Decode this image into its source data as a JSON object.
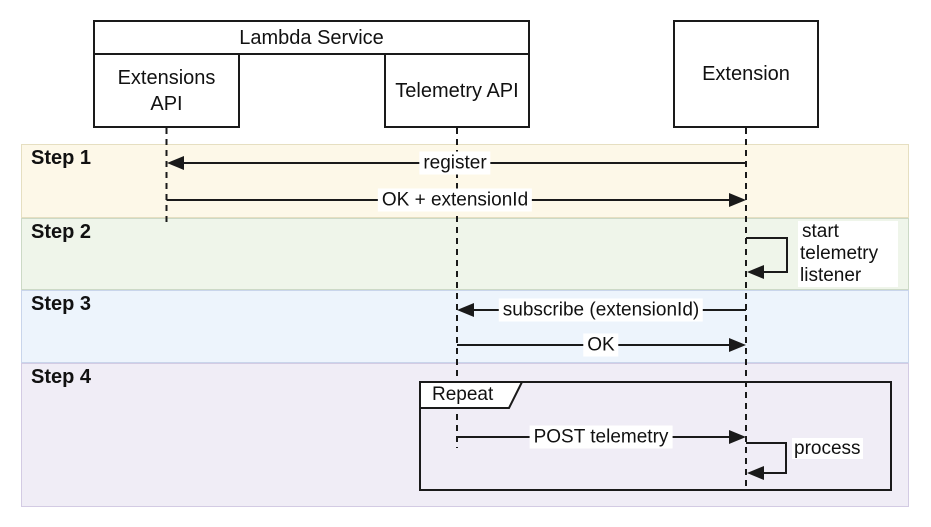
{
  "actors": {
    "lambda_service": "Lambda Service",
    "extensions_api": "Extensions API",
    "telemetry_api": "Telemetry API",
    "extension": "Extension"
  },
  "steps": [
    {
      "label": "Step 1",
      "color": "#fdf8e8",
      "border_color": "#e6dfc1"
    },
    {
      "label": "Step 2",
      "color": "#eff5ea",
      "border_color": "#ccd9c6"
    },
    {
      "label": "Step 3",
      "color": "#edf4fc",
      "border_color": "#c9d5eb"
    },
    {
      "label": "Step 4",
      "color": "#f0edf6",
      "border_color": "#d3cbe3"
    }
  ],
  "messages": {
    "register": "register",
    "ok_extension_id": "OK + extensionId",
    "start_telemetry_listener": "start telemetry listener",
    "subscribe": "subscribe (extensionId)",
    "ok": "OK",
    "post_telemetry": "POST telemetry",
    "process": "process",
    "repeat_fragment": "Repeat"
  },
  "colors": {
    "line": "#1a1a1a",
    "background": "#ffffff"
  }
}
